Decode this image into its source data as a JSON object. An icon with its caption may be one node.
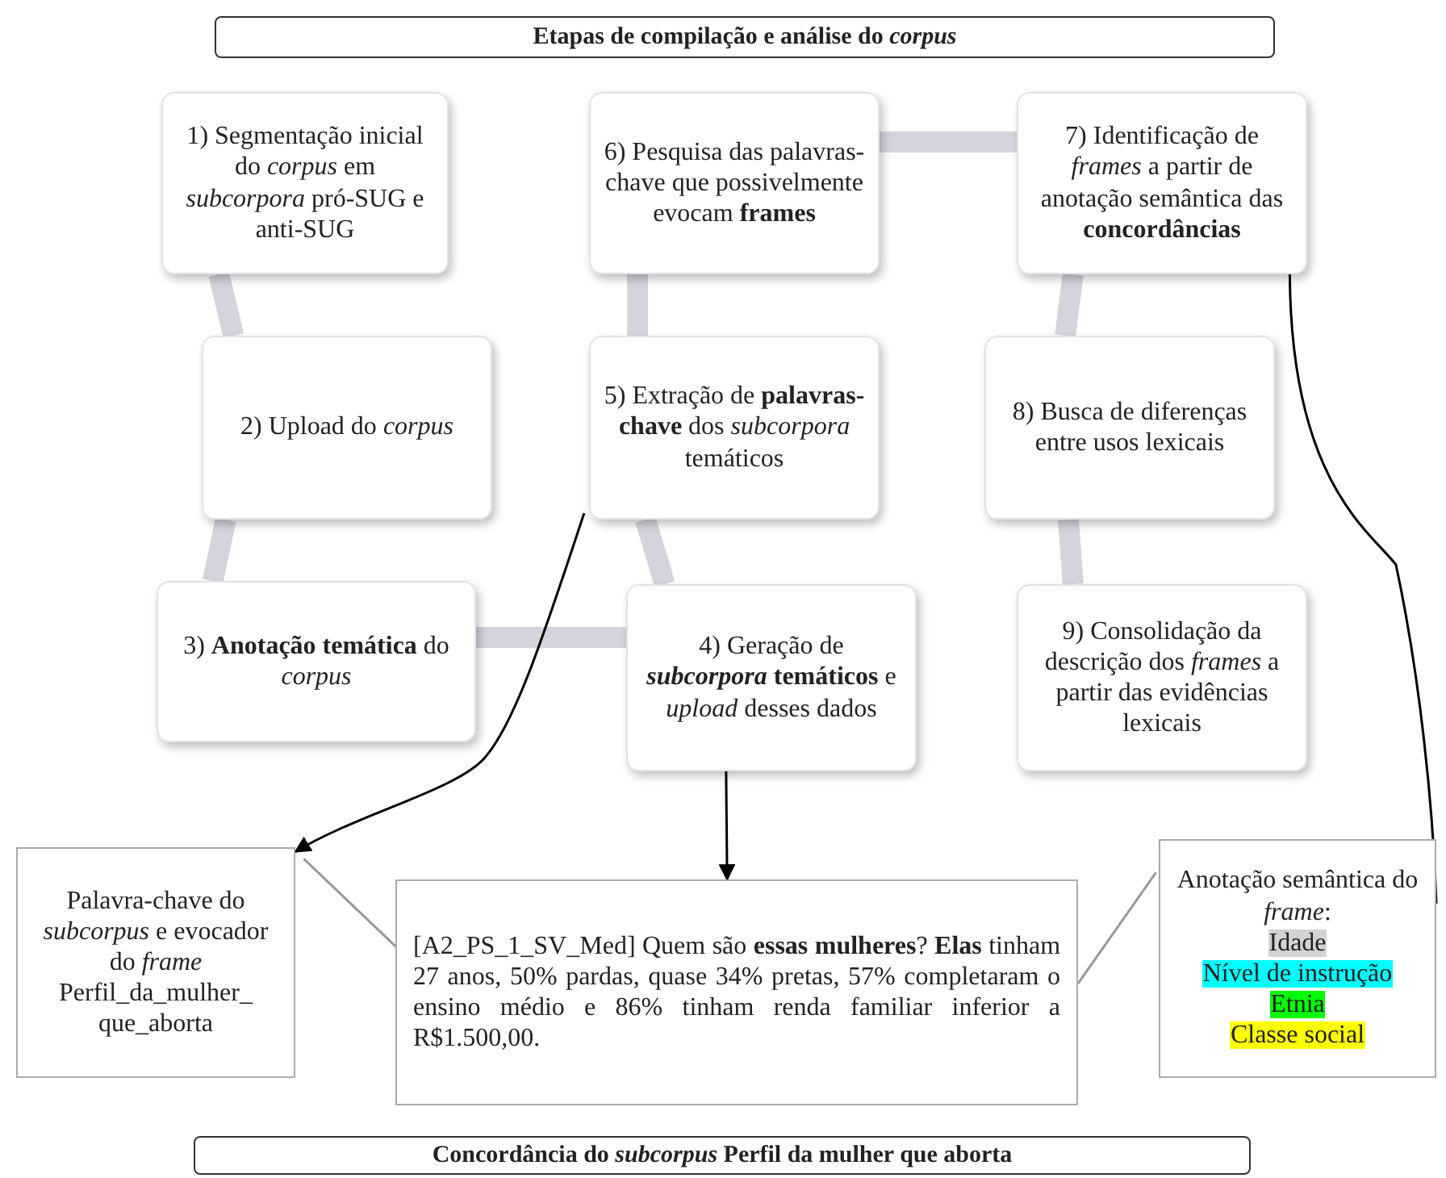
{
  "diagram": {
    "nodes": [
      {
        "text": [
          "Etapas de compilação e análise do *corpus*"
        ]
      },
      {
        "text": [
          "1) Segmentação inicial do *corpus* em *subcorpora* pró-SUG e anti-SUG"
        ]
      },
      {
        "text": [
          "2) Upload do *corpus*"
        ]
      },
      {
        "text": [
          "3) **Anotação temática** do *corpus*"
        ]
      },
      {
        "text": [
          "4) Geração de ***subcorpora* temáticos** e *upload* desses dados"
        ]
      },
      {
        "text": [
          "5) Extração de **palavras-chave** dos *subcorpora* temáticos"
        ]
      },
      {
        "text": [
          "6) Pesquisa das palavras-chave que possivelmente evocam **frames**"
        ]
      },
      {
        "text": [
          "7) Identificação de *frames* a partir de anotação semântica das **concordâncias**"
        ]
      },
      {
        "text": [
          "8) Busca de diferenças entre usos lexicais"
        ]
      },
      {
        "text": [
          "9) Consolidação da descrição dos *frames* a partir das evidências lexicais"
        ]
      },
      {
        "text": [
          "Palavra-chave do *subcorpus* e evocador do *frame* Perfil_da_mulher_ que_aborta"
        ]
      },
      {
        "text": [
          "[A2_PS_1_SV_Med] Quem são **essas mulheres**? **Elas** tinham 27 anos, 50% pardas, quase 34% pretas, 57% completaram o ensino médio e 86% tinham renda familiar inferior a R$1.500,00."
        ]
      },
      {
        "text": [
          "Anotação semântica do *frame*:"
        ]
      },
      {
        "text": [
          "Concordância do *subcorpus* Perfil da mulher que aborta"
        ]
      }
    ],
    "edges": [
      {
        "from": 1,
        "to": 2,
        "arrow": "none"
      },
      {
        "from": 2,
        "to": 3,
        "arrow": "none"
      },
      {
        "from": 3,
        "to": 4,
        "arrow": "none"
      },
      {
        "from": 4,
        "to": 5,
        "arrow": "none"
      },
      {
        "from": 5,
        "to": 6,
        "arrow": "none"
      },
      {
        "from": 6,
        "to": 7,
        "arrow": "none"
      },
      {
        "from": 7,
        "to": 8,
        "arrow": "none"
      },
      {
        "from": 8,
        "to": 9,
        "arrow": "none"
      },
      {
        "from": 5,
        "to": 10,
        "arrow": "to",
        "color": "#000000"
      },
      {
        "from": 4,
        "to": 11,
        "arrow": "to",
        "color": "#000000"
      },
      {
        "from": 7,
        "to": 12,
        "arrow": "none",
        "color": "#000000"
      },
      {
        "from": 10,
        "to": 11,
        "arrow": "none",
        "color": "#999999"
      },
      {
        "from": 12,
        "to": 11,
        "arrow": "none",
        "color": "#999999"
      }
    ],
    "legend": [
      {
        "text": "Idade",
        "color": "#d3d3d3"
      },
      {
        "text": "Nível de instrução",
        "color": "#00ffff"
      },
      {
        "text": "Etnia",
        "color": "#00ff00"
      },
      {
        "text": "Classe social",
        "color": "#ffff00"
      }
    ]
  }
}
